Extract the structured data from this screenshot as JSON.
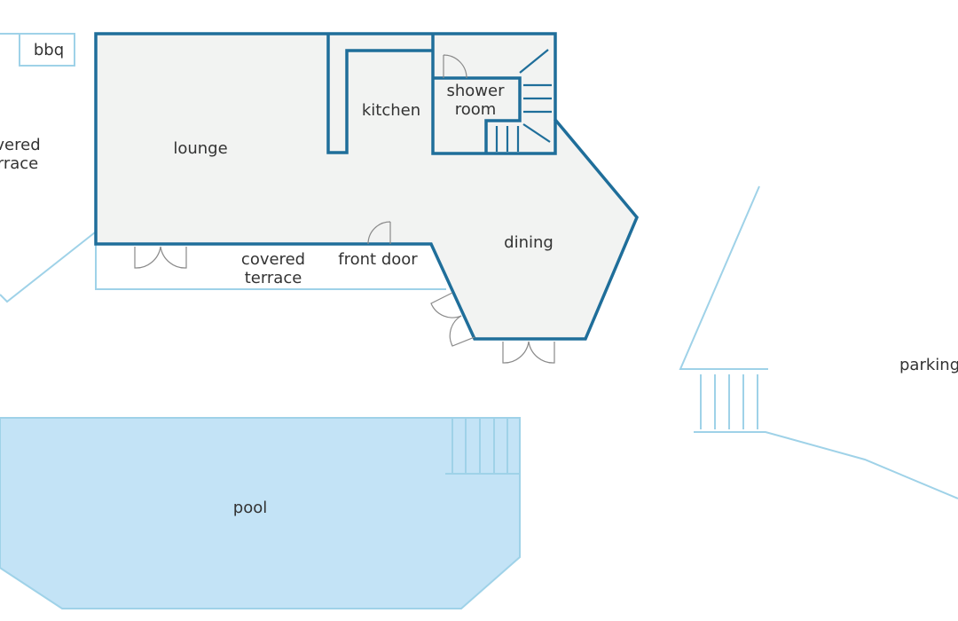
{
  "floor_plan": {
    "rooms": {
      "bbq": "bbq",
      "covered_terrace_left": [
        "vered",
        "rrace"
      ],
      "lounge": "lounge",
      "kitchen": "kitchen",
      "shower_room": [
        "shower",
        "room"
      ],
      "dining": "dining",
      "covered_terrace": [
        "covered",
        "terrace"
      ],
      "front_door": "front door",
      "pool": "pool",
      "parking": "parking"
    },
    "colors": {
      "wall": "#1f6e9a",
      "interior_fill": "#f2f3f2",
      "pool_fill": "#c3e3f6",
      "outline_light": "#9fd2e8",
      "text": "#333333"
    }
  }
}
